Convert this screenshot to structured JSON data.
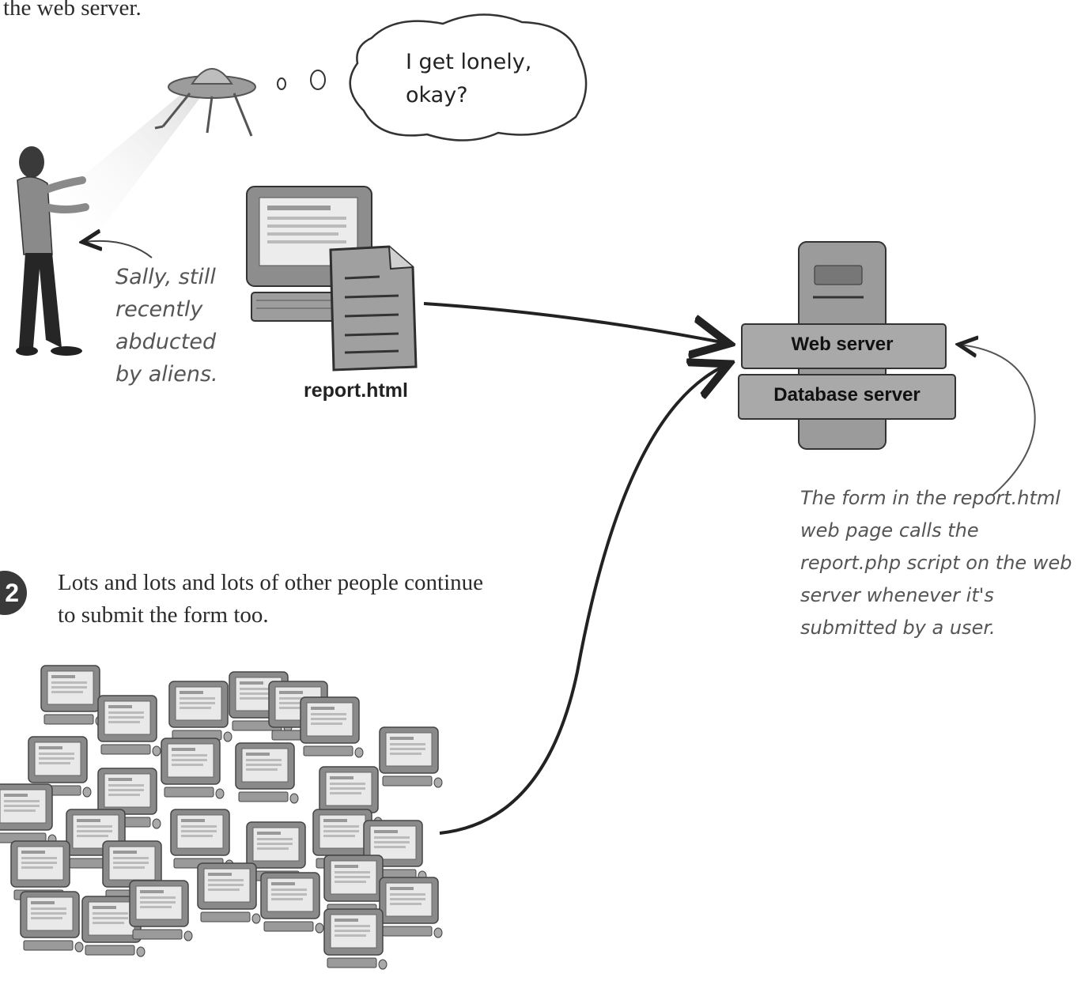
{
  "intro": {
    "text": "the web server."
  },
  "thought_bubble": {
    "text": "I get lonely, okay?"
  },
  "sally_caption": {
    "text": "Sally, still recently abducted by aliens."
  },
  "report_file": {
    "label": "report.html"
  },
  "server": {
    "web_label": "Web server",
    "db_label": "Database server"
  },
  "form_caption": {
    "text": "The form in the report.html web page calls the report.php script on the web server whenever it's submitted by a user."
  },
  "step": {
    "number": "2",
    "text": "Lots and lots and lots of other people continue to submit the form too."
  },
  "icons": [
    "ufo-icon",
    "person-icon",
    "computer-icon",
    "document-icon",
    "server-icon",
    "computer-crowd-icon"
  ]
}
